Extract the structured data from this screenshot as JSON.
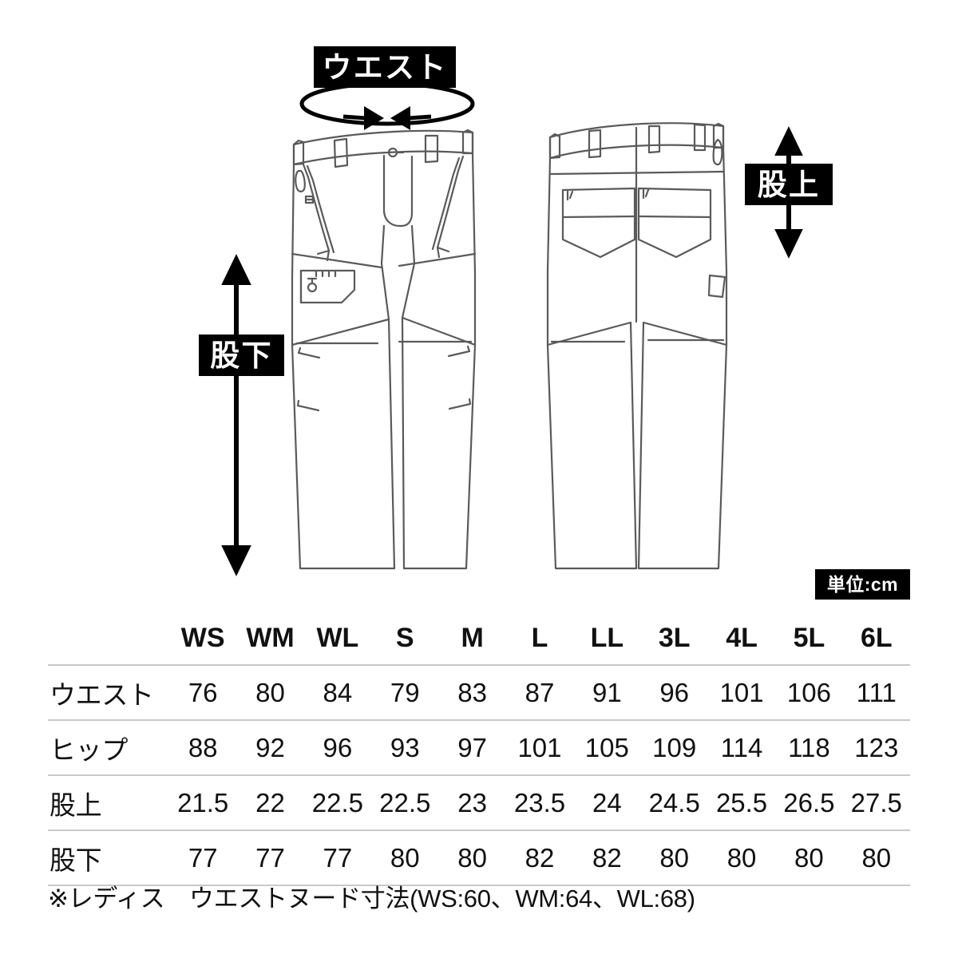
{
  "diagram": {
    "labels": {
      "waist": "ウエスト",
      "rise": "股上",
      "inseam": "股下"
    },
    "unit_badge": "単位:cm",
    "icons": {
      "waist_measure": "waist-loop-arrows-icon",
      "rise_measure": "vertical-double-arrow-icon",
      "inseam_measure": "vertical-double-arrow-icon",
      "front_pants": "pants-front-illustration",
      "back_pants": "pants-back-illustration"
    },
    "colors": {
      "tag_background": "#000000",
      "tag_text": "#ffffff",
      "outline": "#5a5a5a",
      "rule": "#c9c9c9"
    }
  },
  "table": {
    "columns": [
      "WS",
      "WM",
      "WL",
      "S",
      "M",
      "L",
      "LL",
      "3L",
      "4L",
      "5L",
      "6L"
    ],
    "rows": [
      {
        "label": "ウエスト",
        "values": [
          "76",
          "80",
          "84",
          "79",
          "83",
          "87",
          "91",
          "96",
          "101",
          "106",
          "111"
        ]
      },
      {
        "label": "ヒップ",
        "values": [
          "88",
          "92",
          "96",
          "93",
          "97",
          "101",
          "105",
          "109",
          "114",
          "118",
          "123"
        ]
      },
      {
        "label": "股上",
        "values": [
          "21.5",
          "22",
          "22.5",
          "22.5",
          "23",
          "23.5",
          "24",
          "24.5",
          "25.5",
          "26.5",
          "27.5"
        ]
      },
      {
        "label": "股下",
        "values": [
          "77",
          "77",
          "77",
          "80",
          "80",
          "82",
          "82",
          "80",
          "80",
          "80",
          "80"
        ]
      }
    ]
  },
  "footnote": "※レディス　ウエストヌード寸法(WS:60、WM:64、WL:68)"
}
